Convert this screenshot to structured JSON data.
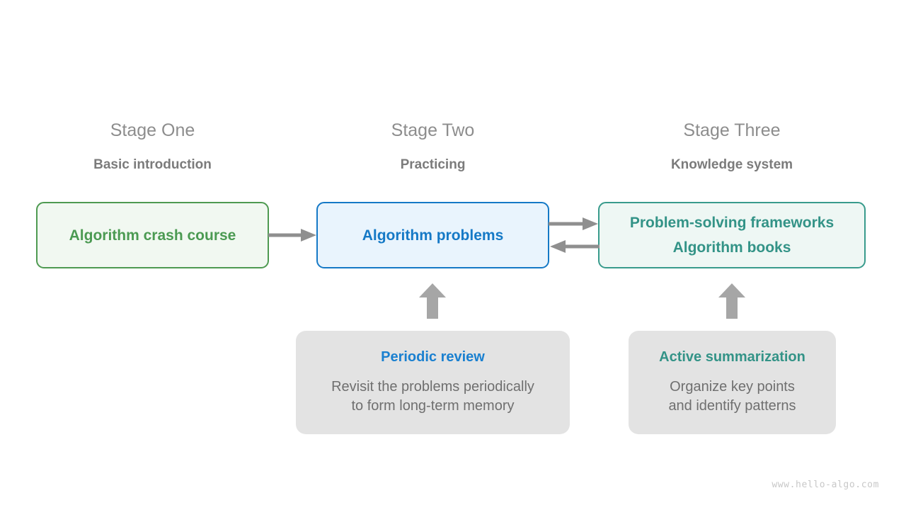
{
  "stages": [
    {
      "title": "Stage One",
      "subtitle": "Basic introduction",
      "box_lines": [
        "Algorithm crash course"
      ],
      "accent": "#4b9a52",
      "fill": "#f1f8f1",
      "border": "#4e9a51"
    },
    {
      "title": "Stage Two",
      "subtitle": "Practicing",
      "box_lines": [
        "Algorithm problems"
      ],
      "accent": "#1579c6",
      "fill": "#e9f4fd",
      "border": "#1579c6"
    },
    {
      "title": "Stage Three",
      "subtitle": "Knowledge system",
      "box_lines": [
        "Problem-solving frameworks",
        "Algorithm books"
      ],
      "accent": "#339387",
      "fill": "#eef7f4",
      "border": "#389b8c"
    }
  ],
  "notes": [
    {
      "title": "Periodic review",
      "title_color": "#1a80d0",
      "body_lines": [
        "Revisit the problems periodically",
        "to form long-term memory"
      ],
      "fill": "#e3e3e3"
    },
    {
      "title": "Active summarization",
      "title_color": "#339387",
      "body_lines": [
        "Organize key points",
        "and identify patterns"
      ],
      "fill": "#e3e3e3"
    }
  ],
  "arrows": [
    {
      "name": "stage-one-to-stage-two",
      "direction": "right",
      "style": "line"
    },
    {
      "name": "stage-two-to-stage-three",
      "direction": "right",
      "style": "line"
    },
    {
      "name": "stage-three-to-stage-two",
      "direction": "left",
      "style": "line"
    },
    {
      "name": "periodic-review-to-stage-two",
      "direction": "up",
      "style": "block"
    },
    {
      "name": "active-summarization-to-stage-three",
      "direction": "up",
      "style": "block"
    }
  ],
  "arrow_color": "#8f8f8f",
  "watermark": "www.hello-algo.com"
}
